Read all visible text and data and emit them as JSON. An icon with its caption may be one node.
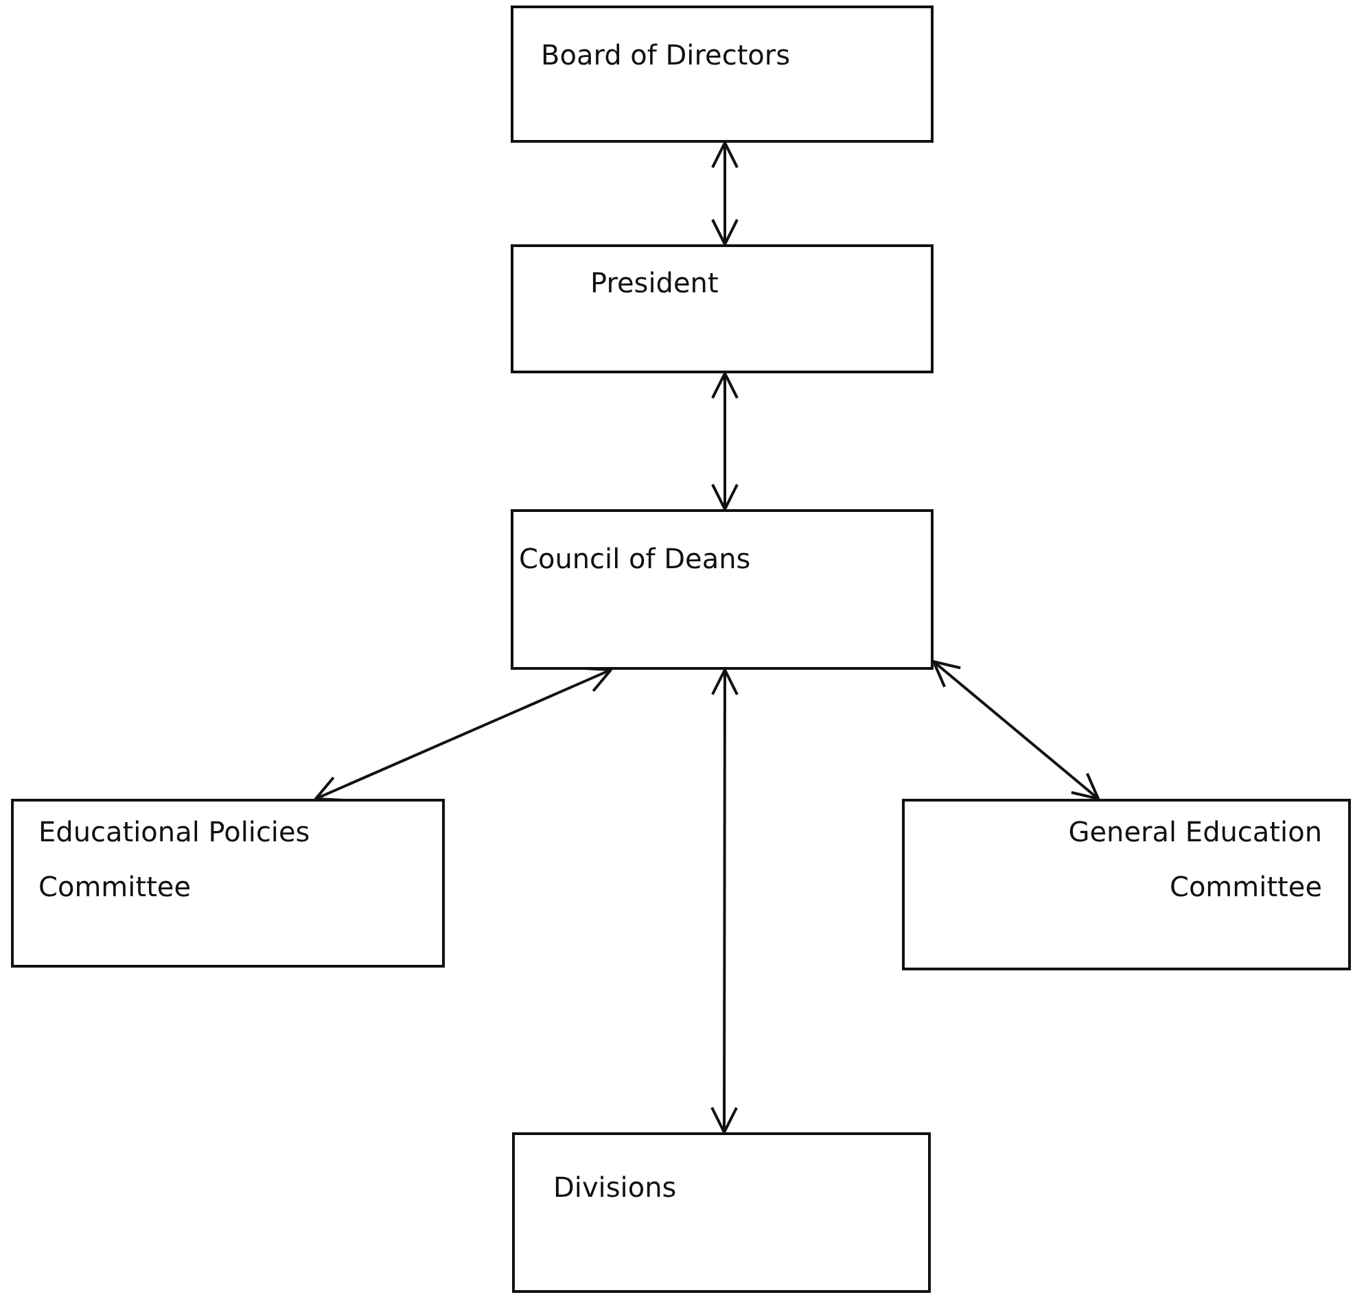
{
  "diagram": {
    "nodes": [
      {
        "text": [
          "Board of Directors"
        ]
      },
      {
        "text": [
          "President"
        ]
      },
      {
        "text": [
          "Council of Deans"
        ]
      },
      {
        "text": [
          "Educational Policies Committee"
        ]
      },
      {
        "text": [
          "General Education Committee"
        ]
      },
      {
        "text": [
          "Divisions"
        ]
      }
    ],
    "edges": [
      {
        "from": 0,
        "to": 1,
        "arrow": "both"
      },
      {
        "from": 1,
        "to": 2,
        "arrow": "both"
      },
      {
        "from": 3,
        "to": 2,
        "arrow": "both"
      },
      {
        "from": 4,
        "to": 2,
        "arrow": "both"
      },
      {
        "from": 2,
        "to": 5,
        "arrow": "both"
      }
    ]
  }
}
